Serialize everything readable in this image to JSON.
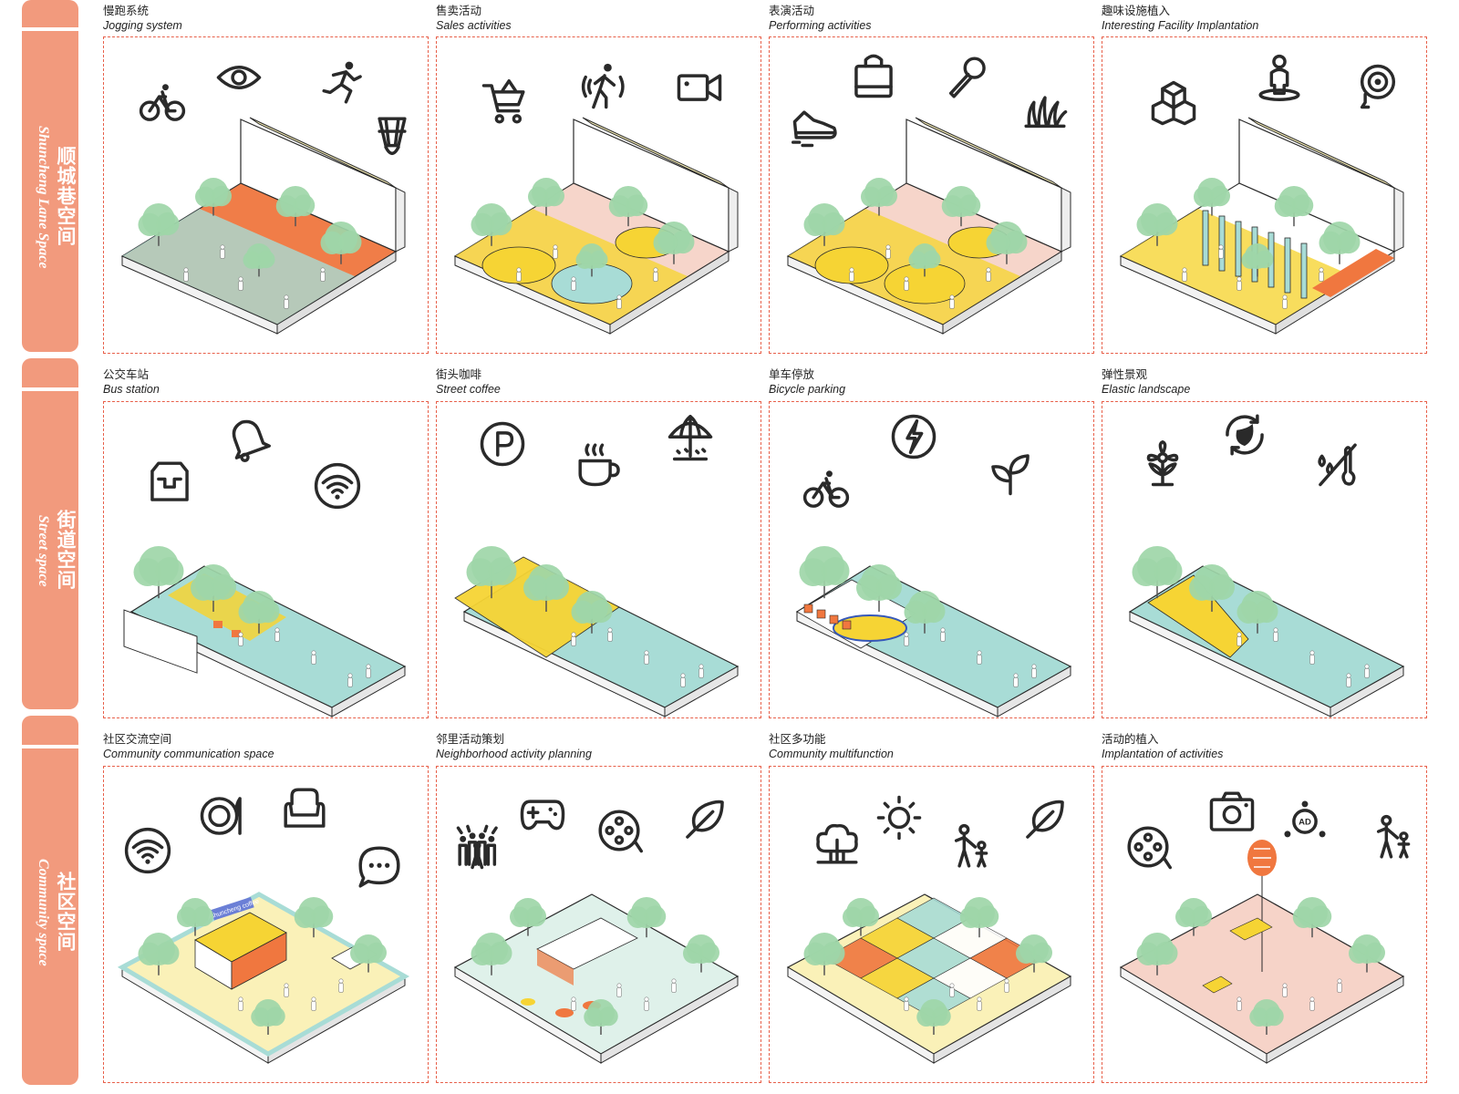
{
  "rows": [
    {
      "zh": "顺城巷空间",
      "en": "Shuncheng Lane Space"
    },
    {
      "zh": "街道空间",
      "en": "Street space"
    },
    {
      "zh": "社区空间",
      "en": "Community space"
    }
  ],
  "cells": [
    {
      "zh": "慢跑系统",
      "en": "Jogging system",
      "icons": [
        "bicycle-icon",
        "eye-icon",
        "running-icon",
        "shuttlecock-icon"
      ],
      "scene": "lane-wall"
    },
    {
      "zh": "售卖活动",
      "en": "Sales activities",
      "icons": [
        "shopping-cart-icon",
        "walking-person-icon",
        "video-camera-icon"
      ],
      "scene": "lane-wall"
    },
    {
      "zh": "表演活动",
      "en": "Performing activities",
      "icons": [
        "shopping-bag-icon",
        "microphone-icon",
        "sneaker-icon",
        "grass-icon"
      ],
      "scene": "lane-wall"
    },
    {
      "zh": "趣味设施植入",
      "en": "Interesting Facility Implantation",
      "icons": [
        "cubes-icon",
        "person-pin-icon",
        "hose-reel-icon"
      ],
      "scene": "lane-wall"
    },
    {
      "zh": "公交车站",
      "en": "Bus station",
      "icons": [
        "inbox-icon",
        "bell-icon",
        "wifi-icon"
      ],
      "scene": "street"
    },
    {
      "zh": "街头咖啡",
      "en": "Street coffee",
      "icons": [
        "parking-icon",
        "coffee-cup-icon",
        "beach-umbrella-icon"
      ],
      "scene": "street"
    },
    {
      "zh": "单车停放",
      "en": "Bicycle parking",
      "icons": [
        "bicycle-icon",
        "charging-icon",
        "sprout-icon"
      ],
      "scene": "street"
    },
    {
      "zh": "弹性景观",
      "en": "Elastic landscape",
      "icons": [
        "flower-icon",
        "recycle-leaf-icon",
        "humidity-temperature-icon"
      ],
      "scene": "street"
    },
    {
      "zh": "社区交流空间",
      "en": "Community communication space",
      "icons": [
        "wifi-icon",
        "dining-plate-icon",
        "armchair-icon",
        "chat-bubble-icon"
      ],
      "scene": "community"
    },
    {
      "zh": "邻里活动策划",
      "en": "Neighborhood activity planning",
      "icons": [
        "crowd-icon",
        "gamepad-icon",
        "film-reel-icon",
        "leaf-icon"
      ],
      "scene": "community"
    },
    {
      "zh": "社区多功能",
      "en": "Community multifunction",
      "icons": [
        "trees-icon",
        "sun-icon",
        "family-icon",
        "leaf-icon"
      ],
      "scene": "community"
    },
    {
      "zh": "活动的植入",
      "en": "Implantation of activities",
      "icons": [
        "film-reel-icon",
        "camera-icon",
        "ad-share-icon",
        "family-icon"
      ],
      "scene": "community"
    }
  ],
  "bus_sign": "Jishuncheng coffee",
  "ad_text": "AD",
  "colors": {
    "label": "#f29a7d",
    "border": "#e8604a",
    "teal": "#a8dcd6",
    "yellow": "#f6d434",
    "orange": "#f0773f",
    "pink": "#f6d3c8",
    "tree": "#9ed6a8",
    "lightyellow": "#faf1b8",
    "icon": "#2a2a2a"
  }
}
